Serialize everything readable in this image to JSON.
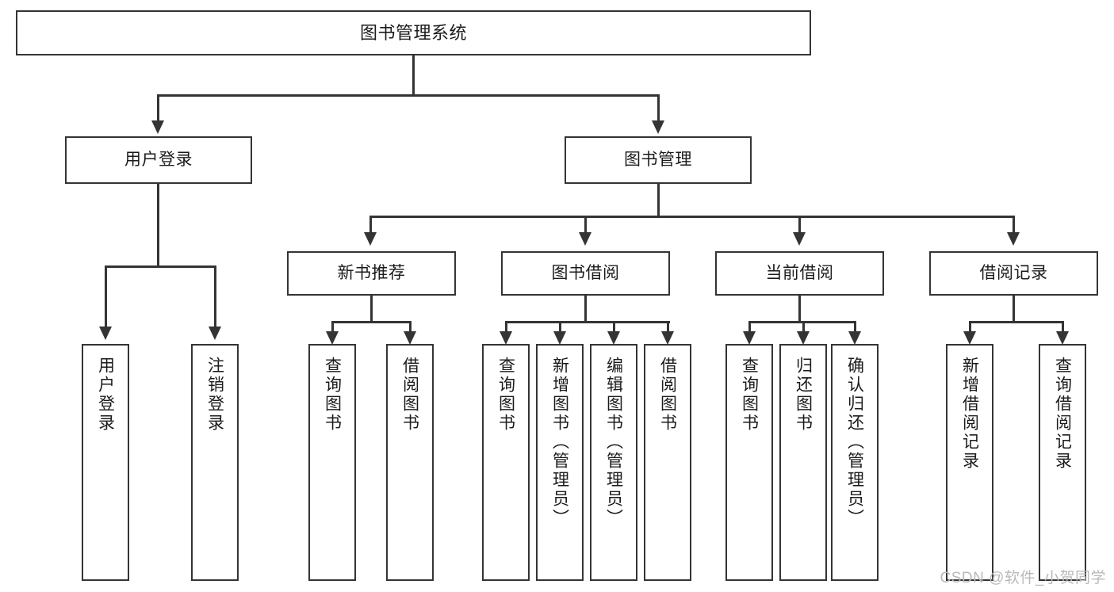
{
  "diagram": {
    "title": "图书管理系统",
    "type": "tree-hierarchy-chart",
    "root": {
      "label": "图书管理系统"
    },
    "level2": [
      {
        "id": "user-login",
        "label": "用户登录"
      },
      {
        "id": "book-management",
        "label": "图书管理"
      }
    ],
    "level3": [
      {
        "id": "new-book-recommend",
        "label": "新书推荐"
      },
      {
        "id": "book-borrow",
        "label": "图书借阅"
      },
      {
        "id": "current-borrow",
        "label": "当前借阅"
      },
      {
        "id": "borrow-record",
        "label": "借阅记录"
      }
    ],
    "leaves": {
      "user_login": [
        {
          "id": "leaf-user-login",
          "label": "用户登录"
        },
        {
          "id": "leaf-logout-login",
          "label": "注销登录"
        }
      ],
      "new_book_recommend": [
        {
          "id": "leaf-query-book-1",
          "label": "查询图书"
        },
        {
          "id": "leaf-borrow-book-1",
          "label": "借阅图书"
        }
      ],
      "book_borrow": [
        {
          "id": "leaf-query-book-2",
          "label": "查询图书"
        },
        {
          "id": "leaf-add-book",
          "label": "新增图书（管理员）"
        },
        {
          "id": "leaf-edit-book",
          "label": "编辑图书（管理员）"
        },
        {
          "id": "leaf-borrow-book-2",
          "label": "借阅图书"
        }
      ],
      "current_borrow": [
        {
          "id": "leaf-query-book-3",
          "label": "查询图书"
        },
        {
          "id": "leaf-return-book",
          "label": "归还图书"
        },
        {
          "id": "leaf-confirm-return",
          "label": "确认归还（管理员）"
        }
      ],
      "borrow_record": [
        {
          "id": "leaf-add-borrow-record",
          "label": "新增借阅记录"
        },
        {
          "id": "leaf-query-borrow-record",
          "label": "查询借阅记录"
        }
      ]
    },
    "watermark": "CSDN @软件_小贺同学",
    "colors": {
      "stroke": "#343434",
      "text": "#1b1b1b",
      "background": "#ffffff",
      "watermark": "#b9b9b9"
    }
  }
}
